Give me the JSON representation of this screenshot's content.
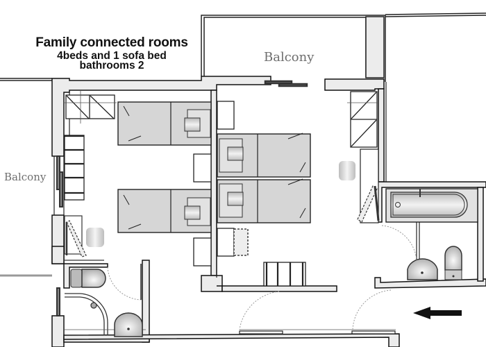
{
  "title": {
    "line1": "Family connected rooms",
    "line2": "4beds and 1 sofa bed",
    "line3": "bathrooms 2"
  },
  "labels": {
    "balcony_top": "Balcony",
    "balcony_left": "Balcony"
  },
  "summary": {
    "beds": 4,
    "sofa_beds": 1,
    "bathrooms": 2
  },
  "rooms": [
    {
      "name": "bedroom-left",
      "beds": 2,
      "furniture": [
        "wardrobe",
        "shelves",
        "desk",
        "chair",
        "tv",
        "bedside-tables"
      ]
    },
    {
      "name": "bedroom-right",
      "beds": 2,
      "furniture": [
        "sofa-bed",
        "wardrobe",
        "chair",
        "tv",
        "radiator",
        "bedside-tables"
      ]
    },
    {
      "name": "bathroom-left",
      "fixtures": [
        "toilet",
        "shower",
        "sink"
      ]
    },
    {
      "name": "bathroom-right",
      "fixtures": [
        "bathtub",
        "sink",
        "toilet"
      ]
    },
    {
      "name": "balcony-top"
    },
    {
      "name": "balcony-left"
    },
    {
      "name": "corridor",
      "annotation": "entrance-arrow"
    }
  ],
  "colors": {
    "wall_fill": "#ececec",
    "wall_stroke": "#111111",
    "furniture_fill": "#d9d9d9",
    "label_gray": "#6e6e6e",
    "background": "#ffffff"
  }
}
